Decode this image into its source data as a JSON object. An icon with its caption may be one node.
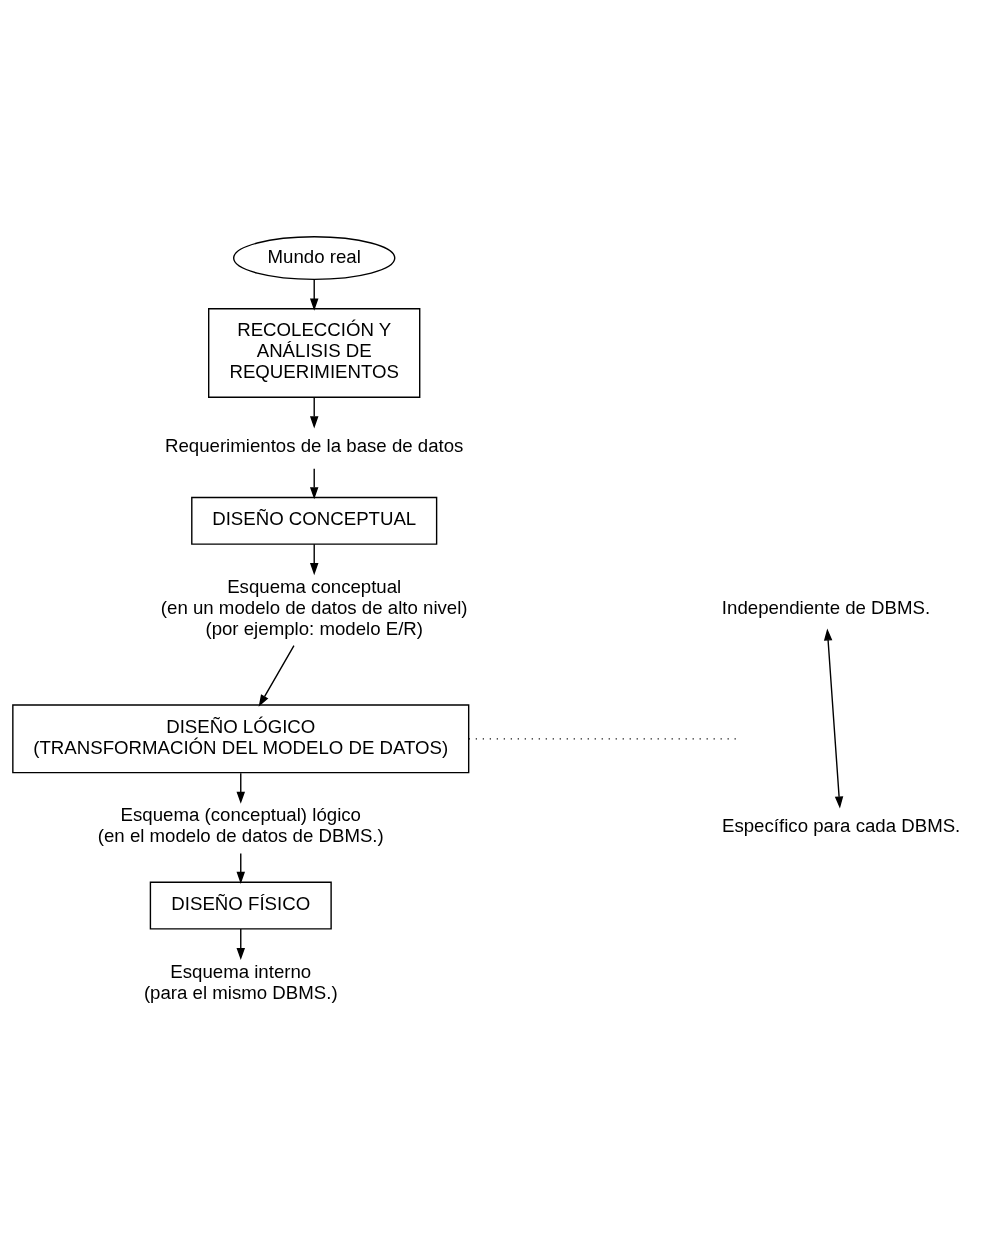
{
  "diagram": {
    "nodes": [
      {
        "text": [
          "Mundo real"
        ]
      },
      {
        "text": [
          "RECOLECCIÓN Y ANÁLISIS DE REQUERIMIENTOS"
        ]
      },
      {
        "text": [
          "Requerimientos de la base de datos"
        ]
      },
      {
        "text": [
          "DISEÑO CONCEPTUAL"
        ]
      },
      {
        "text": [
          "Esquema conceptual",
          "(en un modelo de datos de alto nivel)",
          "(por ejemplo: modelo E/R)"
        ]
      },
      {
        "text": [
          "DISEÑO LÓGICO",
          "(TRANSFORMACIÓN DEL MODELO DE DATOS)"
        ]
      },
      {
        "text": [
          "Esquema (conceptual) lógico",
          "(en el modelo de datos de DBMS.)"
        ]
      },
      {
        "text": [
          "DISEÑO FÍSICO"
        ]
      },
      {
        "text": [
          "Esquema interno",
          "(para el mismo DBMS.)"
        ]
      },
      {
        "text": [
          "Independiente de DBMS."
        ]
      },
      {
        "text": [
          "Específico para cada DBMS."
        ]
      }
    ],
    "edges": [
      {
        "from": 0,
        "to": 1,
        "arrow": "to"
      },
      {
        "from": 1,
        "to": 2,
        "arrow": "to"
      },
      {
        "from": 2,
        "to": 3,
        "arrow": "to"
      },
      {
        "from": 3,
        "to": 4,
        "arrow": "to"
      },
      {
        "from": 4,
        "to": 5,
        "arrow": "to"
      },
      {
        "from": 5,
        "to": 6,
        "arrow": "to"
      },
      {
        "from": 6,
        "to": 7,
        "arrow": "to"
      },
      {
        "from": 7,
        "to": 8,
        "arrow": "to"
      },
      {
        "from": 9,
        "to": 10,
        "arrow": "both"
      },
      {
        "from": 5,
        "to": null,
        "arrow": "none",
        "style": "dashed"
      }
    ]
  }
}
